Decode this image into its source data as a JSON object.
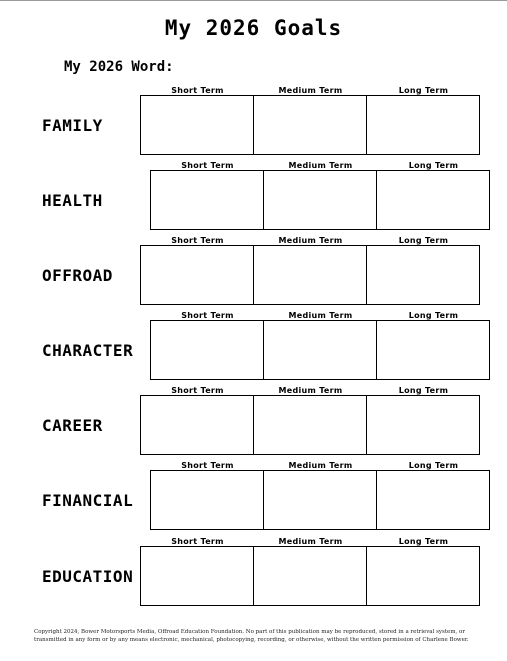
{
  "title": "My 2026 Goals",
  "word_label": "My 2026 Word:",
  "column_headers": [
    "Short Term",
    "Medium Term",
    "Long Term"
  ],
  "categories": [
    {
      "name": "FAMILY"
    },
    {
      "name": "HEALTH"
    },
    {
      "name": "OFFROAD"
    },
    {
      "name": "CHARACTER"
    },
    {
      "name": "CAREER"
    },
    {
      "name": "FINANCIAL"
    },
    {
      "name": "EDUCATION"
    }
  ],
  "copyright": "Copyright 2024, Bower Motorsports Media, Offroad Education Foundation. No part of this publication may be reproduced, stored in a retrieval system, or transmitted in any form or by any means electronic, mechanical, photocopying, recording, or otherwise, without the written permission of Charlene Bower."
}
